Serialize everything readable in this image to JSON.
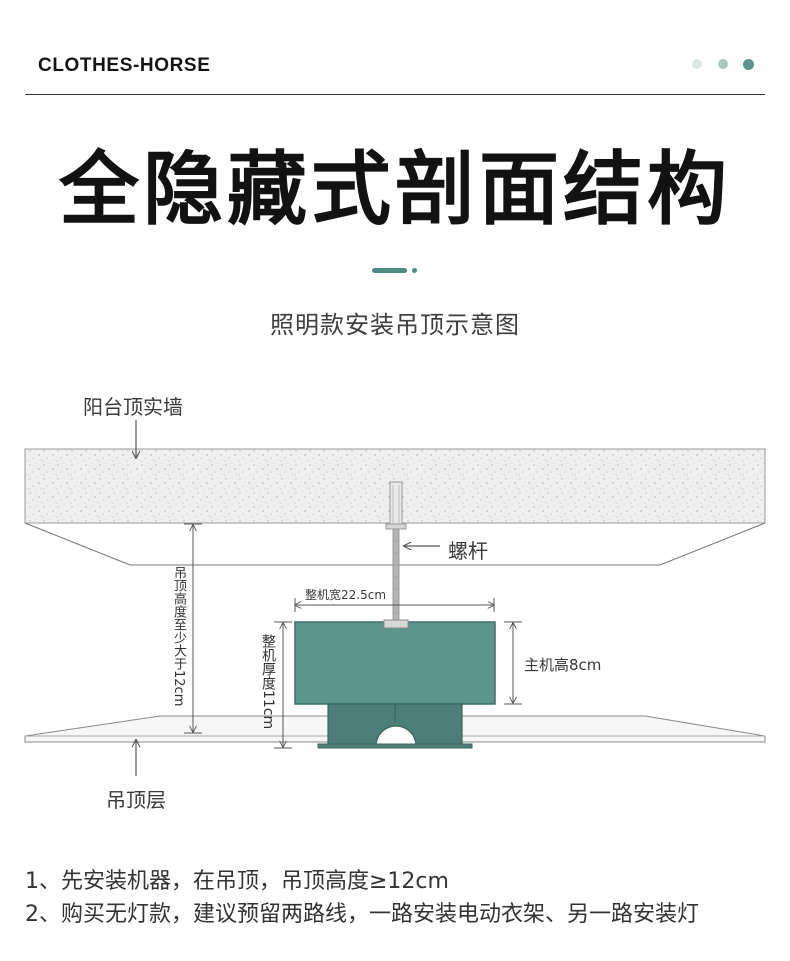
{
  "header": {
    "brand": "CLOTHES-HORSE"
  },
  "title": "全隐藏式剖面结构",
  "subtitle": "照明款安装吊顶示意图",
  "diagram": {
    "labels": {
      "ceiling_wall": "阳台顶实墙",
      "screw_rod": "螺杆",
      "machine_width": "整机宽22.5cm",
      "host_height": "主机高8cm",
      "ceiling_height": "吊顶高度至少大于12cm",
      "machine_thickness": "整机厚度11cm",
      "ceiling_layer": "吊顶层"
    },
    "colors": {
      "machine": "#5b958d",
      "machine_dark": "#4c7f77",
      "concrete": "#eeeeee",
      "line": "#555555"
    }
  },
  "notes": [
    "1、先安装机器，在吊顶，吊顶高度≥12cm",
    "2、购买无灯款，建议预留两路线，一路安装电动衣架、另一路安装灯"
  ]
}
